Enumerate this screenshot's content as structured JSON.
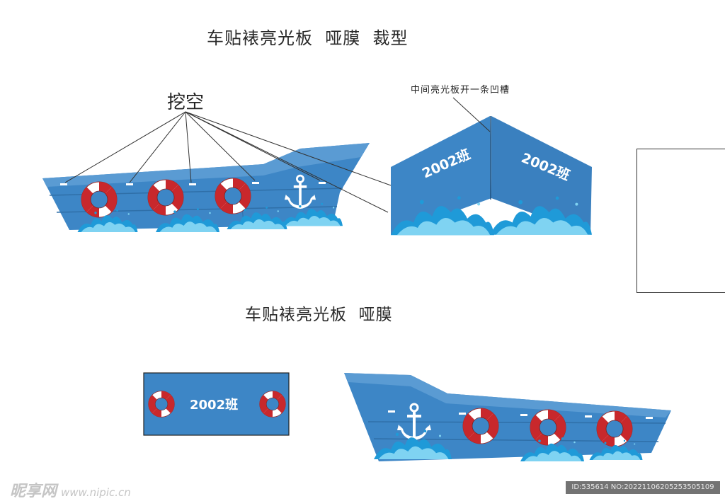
{
  "titles": {
    "top": "车贴裱亮光板  哑膜  裁型",
    "middle": "车贴裱亮光板  哑膜"
  },
  "annotations": {
    "cutout": "挖空",
    "groove": "中间亮光板开一条凹槽"
  },
  "panel_text": {
    "class_name": "2002班"
  },
  "colors": {
    "hull_blue": "#3d86c6",
    "hull_dark": "#2f6fa8",
    "ring_red": "#c8282c",
    "ring_white": "#ffffff",
    "wave_cyan": "#2aa7e0"
  },
  "watermark": {
    "site_name": "昵享网",
    "site_url": "www.nipic.cn",
    "image_id": "ID:535614 NO:20221106205253505109"
  }
}
